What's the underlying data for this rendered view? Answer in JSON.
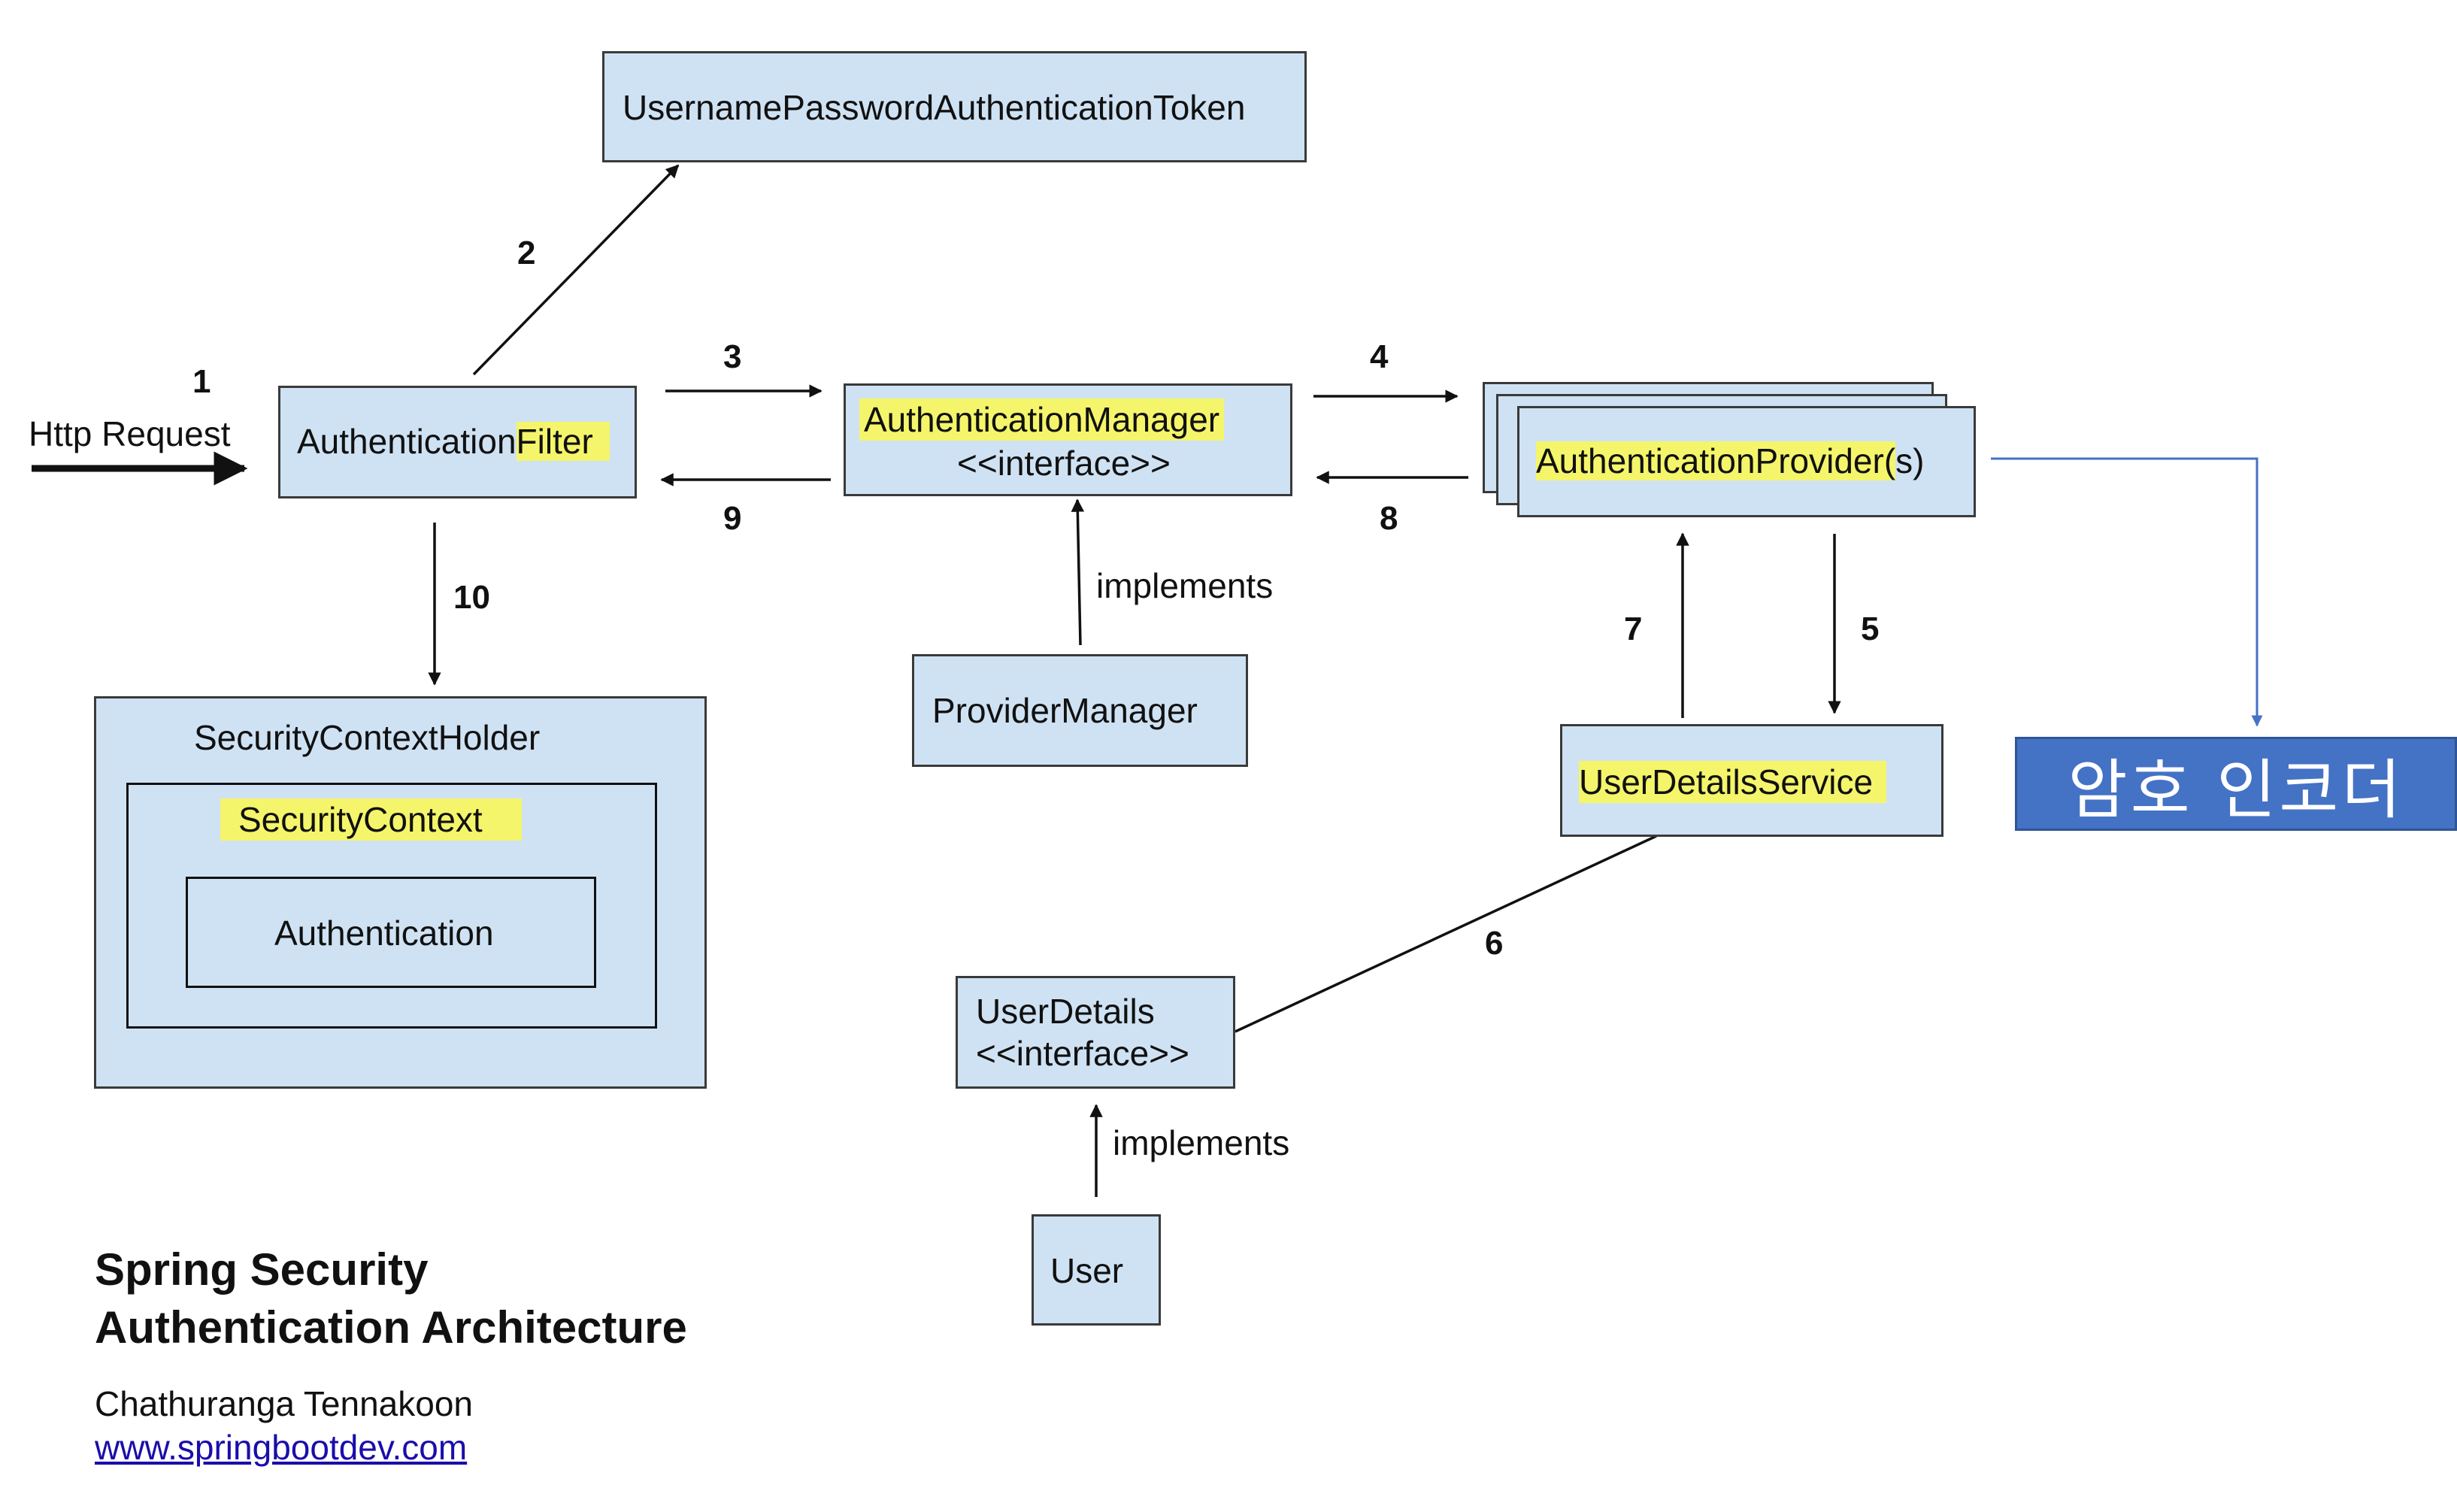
{
  "boxes": {
    "token": "UsernamePasswordAuthenticationToken",
    "filter_prefix": "Authentication",
    "filter_highlight": "Filter",
    "manager": "AuthenticationManager",
    "manager_interface": "<<interface>>",
    "provider_highlight": "AuthenticationProvider(",
    "provider_suffix": "s)",
    "provider_manager": "ProviderManager",
    "user_details_service": "UserDetailsService",
    "security_context_holder": "SecurityContextHolder",
    "security_context": "SecurityContext",
    "authentication": "Authentication",
    "user_details": "UserDetails",
    "user_details_interface": "<<interface>>",
    "user": "User"
  },
  "labels": {
    "http_request": "Http Request",
    "implements_provider_manager": "implements",
    "implements_user": "implements"
  },
  "steps": [
    "1",
    "2",
    "3",
    "4",
    "5",
    "6",
    "7",
    "8",
    "9",
    "10"
  ],
  "password_encoder": "암호 인코더",
  "footer": {
    "title_line1": "Spring Security",
    "title_line2": "Authentication Architecture",
    "author": "Chathuranga Tennakoon",
    "website": "www.springbootdev.com"
  },
  "colors": {
    "box_fill": "#cfe2f3",
    "highlight": "#f4f56a",
    "encoder_fill": "#4472c4",
    "encoder_connector": "#4472c4",
    "link": "#1a0dab"
  }
}
